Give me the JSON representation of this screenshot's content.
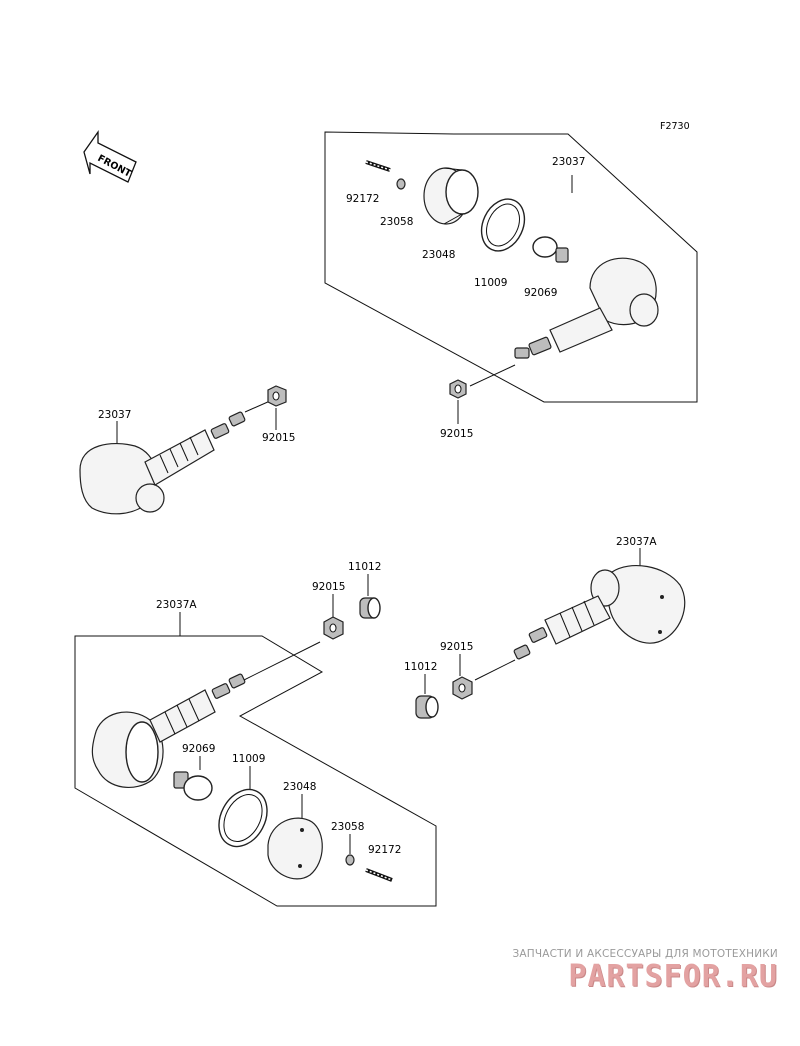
{
  "figure_code": "F2730",
  "front_label": "FRONT",
  "labels": {
    "a_23037": "23037",
    "a_92172": "92172",
    "a_23058": "23058",
    "a_23048": "23048",
    "a_11009": "11009",
    "a_92069": "92069",
    "a_92015": "92015",
    "b_23037": "23037",
    "b_92015": "92015",
    "c_23037A": "23037A",
    "c_92015": "92015",
    "c_11012": "11012",
    "d_23037A": "23037A",
    "d_92015": "92015",
    "d_11012": "11012",
    "d_92069": "92069",
    "d_11009": "11009",
    "d_23048": "23048",
    "d_23058": "23058",
    "d_92172": "92172"
  },
  "watermark": {
    "tagline": "ЗАПЧАСТИ И АКСЕССУАРЫ ДЛЯ МОТОТЕХНИКИ",
    "logo": "PARTSFOR.RU"
  }
}
